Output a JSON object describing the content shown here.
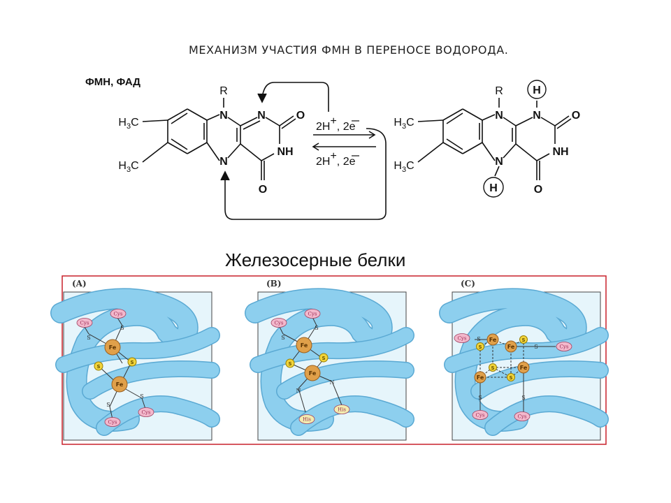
{
  "title": "МЕХАНИЗМ УЧАСТИЯ ФМН В ПЕРЕНОСЕ ВОДОРОДА.",
  "fmn_label": "ФМН, ФАД",
  "subtitle": "Железосерные  белки",
  "reaction": {
    "forward": "2H+, 2e",
    "reverse": "2H+, 2e"
  },
  "molecule": {
    "r": "R",
    "h3c": "H3C",
    "n": "N",
    "nh": "NH",
    "o": "O",
    "h": "H"
  },
  "panels": [
    {
      "label": "(A)"
    },
    {
      "label": "(B)"
    },
    {
      "label": "(C)"
    }
  ],
  "atoms": {
    "fe": "Fe",
    "s": "S",
    "n": "N",
    "cys": "Cys",
    "his": "His"
  },
  "colors": {
    "frame_red": "#c8202a",
    "ribbon": "#8dcfee",
    "panel_bg": "#e6f5fb",
    "fe": "#e0a04a",
    "s": "#f2d43a",
    "cys": "#f3b8cc",
    "his": "#f3edb0"
  }
}
